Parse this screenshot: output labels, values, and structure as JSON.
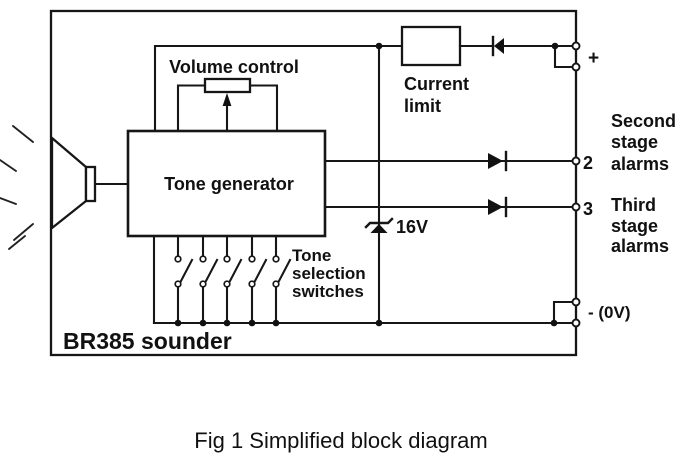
{
  "figure": {
    "caption": "Fig 1  Simplified block diagram",
    "device_label": "BR385 sounder"
  },
  "blocks": {
    "tone_generator": "Tone generator",
    "volume_control": "Volume control",
    "current_limit_lines": [
      "Current",
      "limit"
    ],
    "zener_voltage": "16V",
    "tone_selection_lines": [
      "Tone",
      "selection",
      "switches"
    ]
  },
  "terminals": {
    "plus": "+",
    "terminal2": "2",
    "terminal3": "3",
    "minus": "- (0V)"
  },
  "annotations": {
    "second_stage_lines": [
      "Second",
      "stage",
      "alarms"
    ],
    "third_stage_lines": [
      "Third",
      "stage",
      "alarms"
    ]
  },
  "colors": {
    "line": "#161616",
    "text": "#111111",
    "background": "#ffffff"
  }
}
